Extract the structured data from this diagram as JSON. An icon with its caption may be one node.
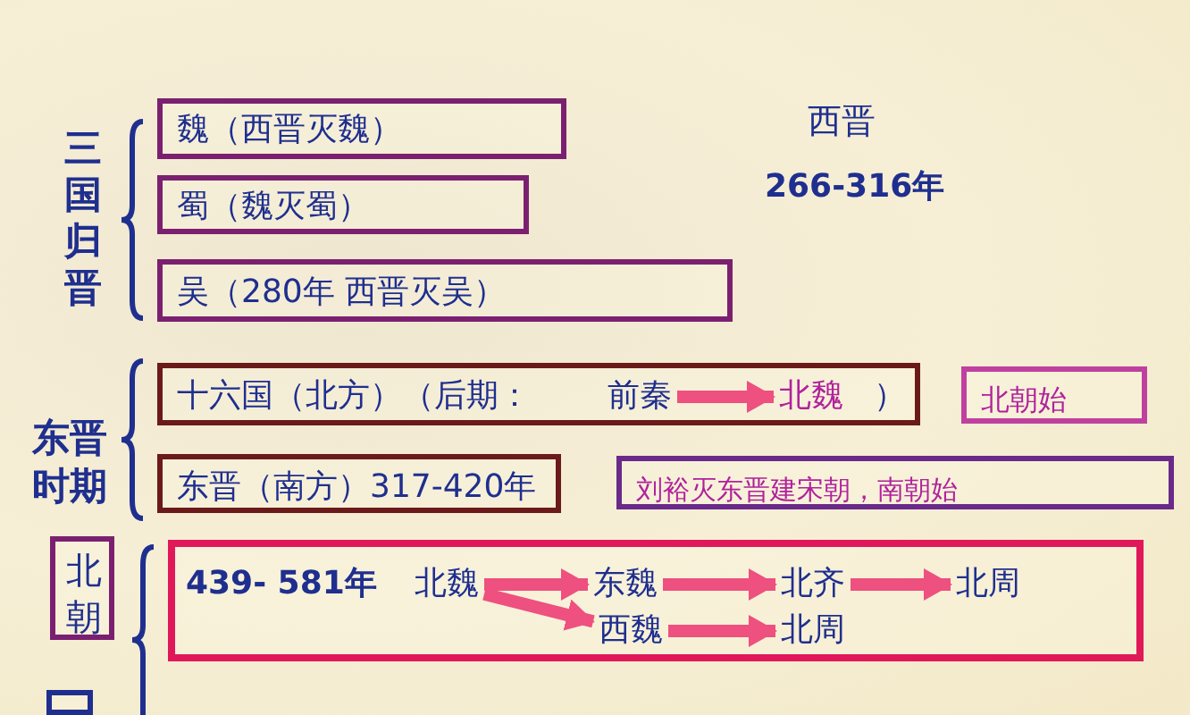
{
  "diagram": {
    "nodes": [
      {
        "text": [
          "魏（西晋灭魏）"
        ]
      },
      {
        "text": [
          "蜀（魏灭蜀）"
        ]
      },
      {
        "text": [
          "吴（280年 西晋灭吴）"
        ]
      },
      {
        "text": [
          "十六国（北方）（后期：",
          "）"
        ]
      },
      {
        "text": [
          "前秦"
        ],
        "in": 3
      },
      {
        "text": [
          "北魏"
        ],
        "in": 3
      },
      {
        "text": [
          "北朝始"
        ]
      },
      {
        "text": [
          "东晋（南方）317-420年"
        ]
      },
      {
        "text": [
          "刘裕灭东晋建宋朝，南朝始"
        ]
      },
      {
        "text": [
          "北朝"
        ]
      },
      {
        "text": [
          "439- 581年"
        ]
      },
      {
        "text": [
          "北魏"
        ],
        "in": 10
      },
      {
        "text": [
          "东魏"
        ],
        "in": 10
      },
      {
        "text": [
          "北齐"
        ],
        "in": 10
      },
      {
        "text": [
          "北周"
        ],
        "in": 10
      },
      {
        "text": [
          "西魏"
        ],
        "in": 10
      },
      {
        "text": [
          "北周"
        ],
        "in": 10
      },
      {
        "text": [],
        "shape": "box"
      }
    ],
    "edges": [
      {
        "from": 4,
        "to": 5,
        "arrow": "to"
      },
      {
        "from": 11,
        "to": 12,
        "arrow": "to"
      },
      {
        "from": 11,
        "to": 15,
        "arrow": "to"
      },
      {
        "from": 12,
        "to": 13,
        "arrow": "to"
      },
      {
        "from": 13,
        "to": 14,
        "arrow": "to"
      },
      {
        "from": 15,
        "to": 16,
        "arrow": "to"
      }
    ],
    "labels": [
      "三国归晋",
      "西晋",
      "266-316年",
      "东晋时期"
    ]
  }
}
